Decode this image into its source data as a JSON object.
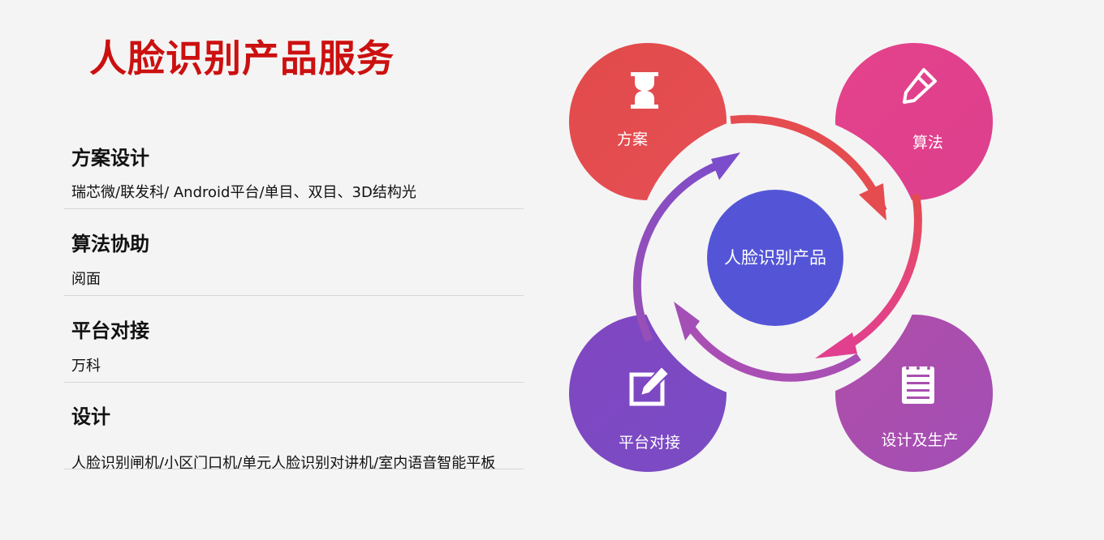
{
  "page": {
    "title": "人脸识别产品服务"
  },
  "services": [
    {
      "heading": "方案设计",
      "desc": "瑞芯微/联发科/ Android平台/单目、双目、3D结构光"
    },
    {
      "heading": "算法协助",
      "desc": "阅面"
    },
    {
      "heading": "平台对接",
      "desc": "万科"
    },
    {
      "heading": "设计",
      "desc": "人脸识别闸机/小区门口机/单元人脸识别对讲机/室内语音智能平板"
    }
  ],
  "diagram": {
    "center_label": "人脸识别产品",
    "nodes": [
      {
        "label": "方案",
        "icon": "hourglass-icon",
        "color": "#e34c4c"
      },
      {
        "label": "算法",
        "icon": "pencil-icon",
        "color": "#e0418a"
      },
      {
        "label": "平台对接",
        "icon": "edit-icon",
        "color": "#7a4cc0"
      },
      {
        "label": "设计及生产",
        "icon": "document-icon",
        "color": "#a94fb0"
      }
    ],
    "center_color": "#5455d6"
  }
}
